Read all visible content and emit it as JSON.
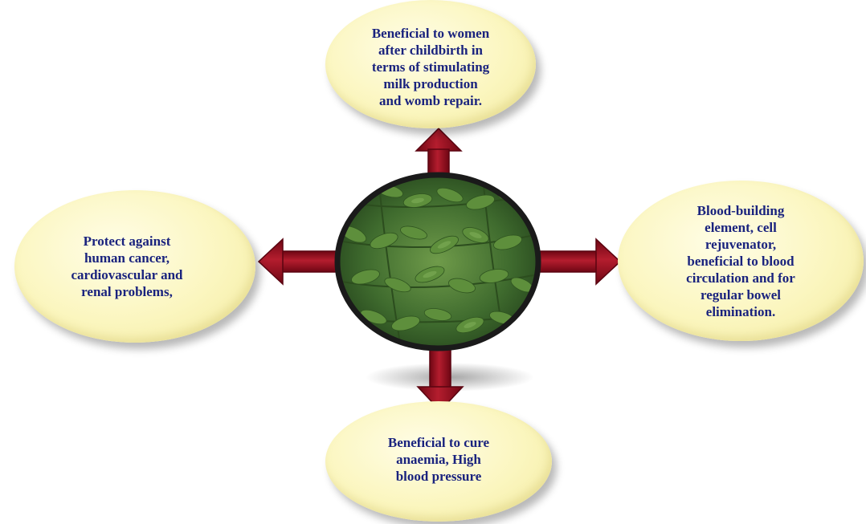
{
  "diagram": {
    "center": {
      "image": "green-leaves-photo"
    },
    "nodes": [
      {
        "id": "top",
        "text": "Beneficial to women\nafter childbirth in\nterms of stimulating\nmilk production\nand womb repair."
      },
      {
        "id": "left",
        "text": "Protect against\nhuman cancer,\ncardiovascular and\nrenal problems,"
      },
      {
        "id": "right",
        "text": "Blood-building\nelement, cell\nrejuvenator,\nbeneficial to blood\ncirculation and for\nregular bowel\nelimination."
      },
      {
        "id": "bottom",
        "text": "Beneficial to cure\nanaemia, High\nblood pressure"
      }
    ],
    "colors": {
      "arrow_fill": "#8b0a1a",
      "arrow_highlight": "#c0283a",
      "bubble_fill": "#fbf6bf",
      "text": "#1a237e",
      "center_ring": "#1a1a1a"
    }
  }
}
